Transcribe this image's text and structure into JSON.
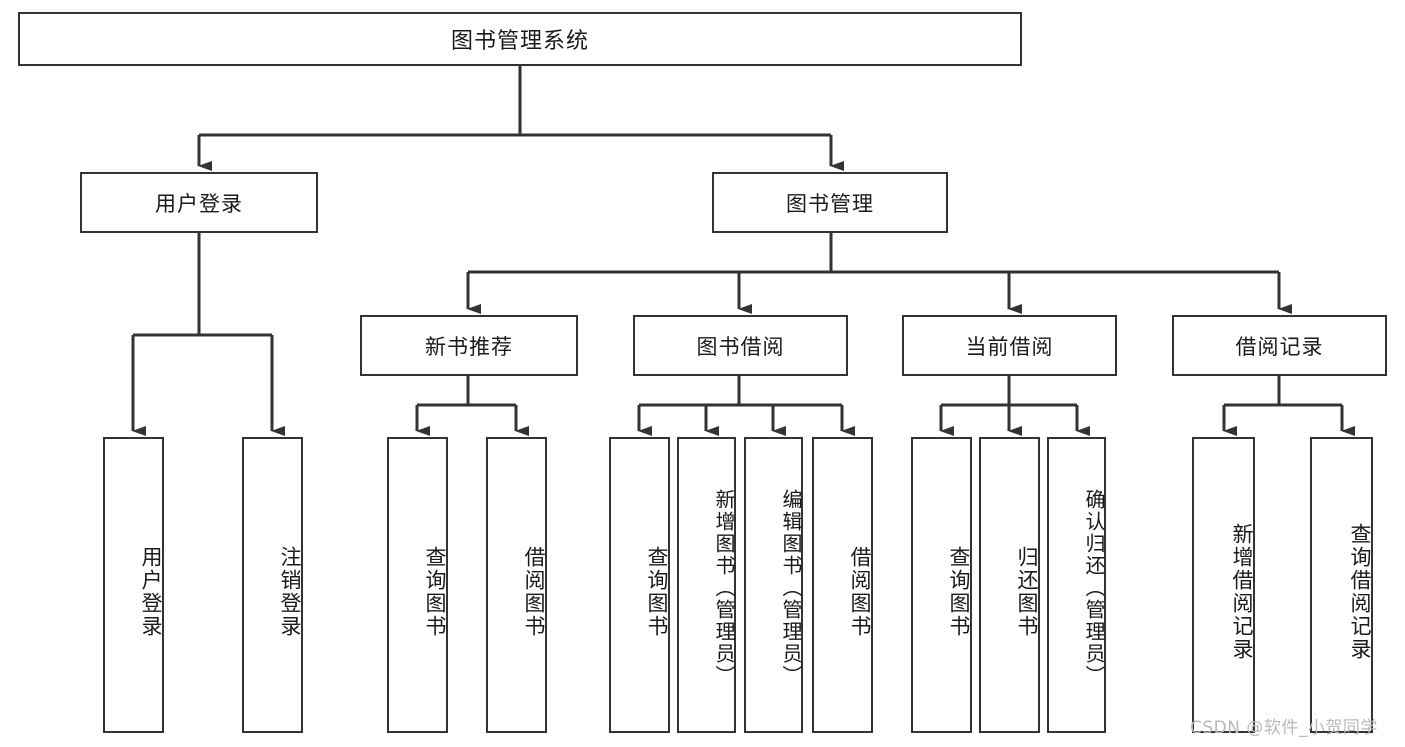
{
  "diagram": {
    "type": "hierarchy-tree",
    "title": "图书管理系统",
    "levels": 4,
    "root": {
      "label": "图书管理系统"
    },
    "level2": [
      {
        "label": "用户登录"
      },
      {
        "label": "图书管理"
      }
    ],
    "level3": [
      {
        "label": "新书推荐",
        "parent": "图书管理"
      },
      {
        "label": "图书借阅",
        "parent": "图书管理"
      },
      {
        "label": "当前借阅",
        "parent": "图书管理"
      },
      {
        "label": "借阅记录",
        "parent": "图书管理"
      }
    ],
    "leaves": {
      "user_login": [
        {
          "label": "用户登录"
        },
        {
          "label": "注销登录"
        }
      ],
      "new_book_recommend": [
        {
          "label": "查询图书"
        },
        {
          "label": "借阅图书"
        }
      ],
      "book_borrow": [
        {
          "label": "查询图书"
        },
        {
          "label": "新增图书（管理员）"
        },
        {
          "label": "编辑图书（管理员）"
        },
        {
          "label": "借阅图书"
        }
      ],
      "current_borrow": [
        {
          "label": "查询图书"
        },
        {
          "label": "归还图书"
        },
        {
          "label": "确认归还（管理员）"
        }
      ],
      "borrow_record": [
        {
          "label": "新增借阅记录"
        },
        {
          "label": "查询借阅记录"
        }
      ]
    }
  },
  "watermark": {
    "text": "CSDN @软件_小贺同学"
  },
  "colors": {
    "background": "#ffffff",
    "box_border": "#333333",
    "box_fill": "#ffffff",
    "text": "#1a1a1a",
    "connector": "#333333",
    "watermark": "#b9b9b9"
  }
}
